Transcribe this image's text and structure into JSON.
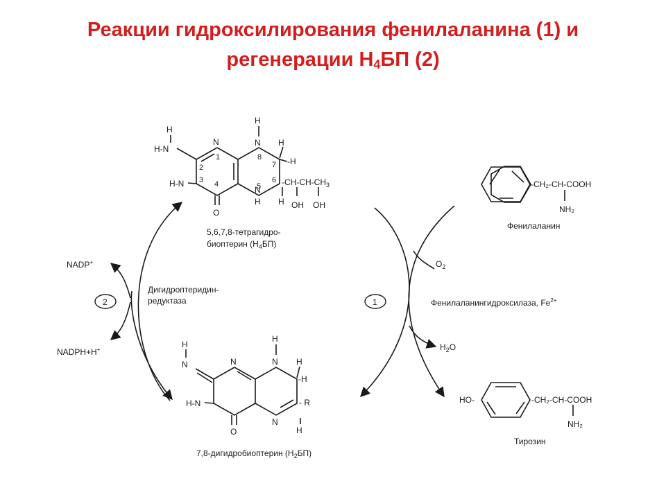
{
  "title": {
    "line1": "Реакции гидроксилирования фенилаланина (1) и",
    "line2_pre": "регенерации Н",
    "line2_sub": "4",
    "line2_post": "БП (2)"
  },
  "colors": {
    "title": "#d41e1e",
    "lines": "#1a1a1a"
  },
  "h4bp": {
    "caption_line1": "5,6,7,8-тетрагидро-",
    "caption_line2_pre": "биоптерин (Н",
    "caption_line2_sub": "4",
    "caption_line2_post": "БП)",
    "side_chain": "-CH-CH-CH",
    "side_chain_sub": "3",
    "oh1": "OH",
    "oh2": "OH"
  },
  "h2bp": {
    "caption_pre": "7,8-дигидробиоптерин (Н",
    "caption_sub": "2",
    "caption_post": "БП)",
    "r_group": "- R"
  },
  "phenylalanine": {
    "chain": "-CH₂-CH-COOH",
    "nh2": "NH₂",
    "name": "Фенилаланин"
  },
  "tyrosine": {
    "ho": "HO-",
    "chain": "-CH₂-CH-COOH",
    "nh2": "NH₂",
    "name": "Тирозин"
  },
  "cycle2": {
    "number": "2",
    "nadp": "NADP",
    "nadp_sup": "+",
    "nadph": "NADPH+H",
    "nadph_sup": "+",
    "enzyme_line1": "Дигидроптеридин-",
    "enzyme_line2": "редуктаза"
  },
  "cycle1": {
    "number": "1",
    "o2": "O",
    "o2_sub": "2",
    "h2o_pre": "H",
    "h2o_sub": "2",
    "h2o_post": "O",
    "enzyme": "Фенилаланингидроксилаза, Fe",
    "enzyme_sup": "2+"
  }
}
